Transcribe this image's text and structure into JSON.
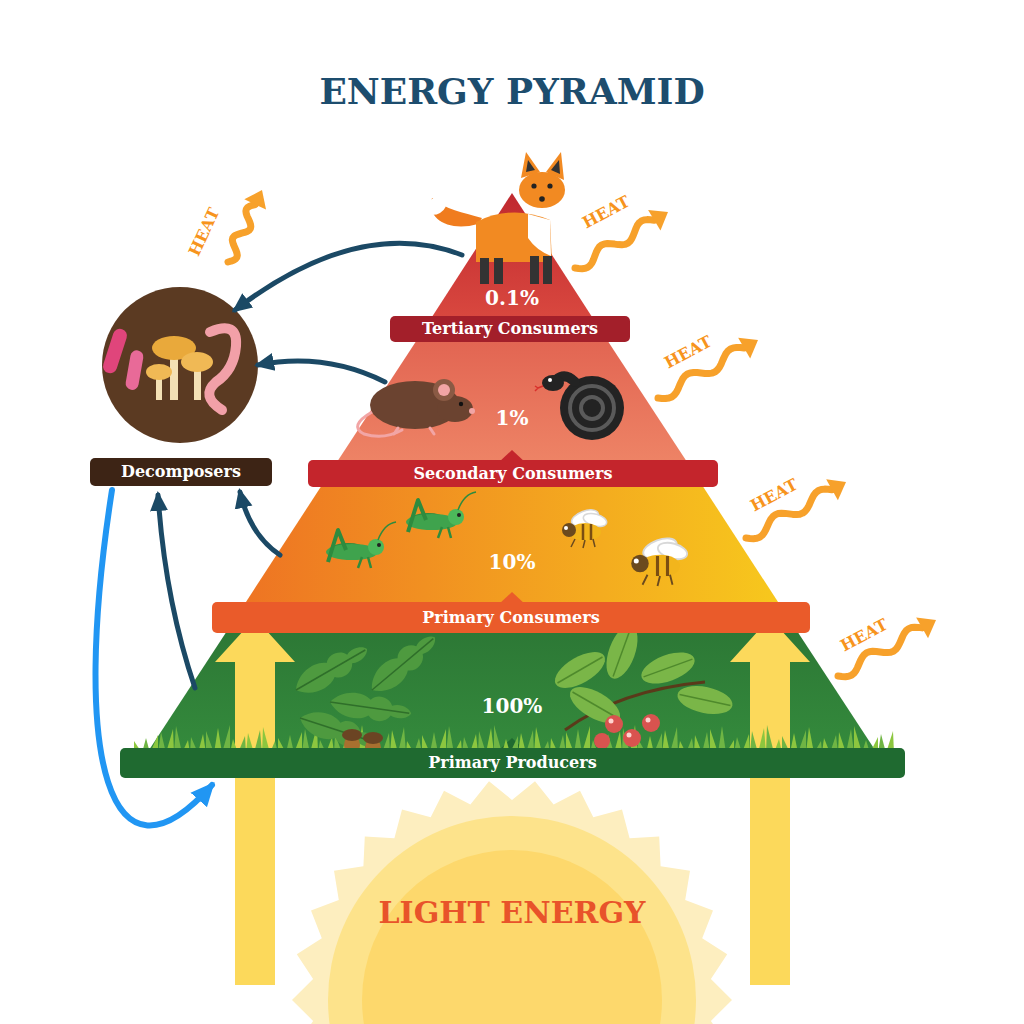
{
  "diagram": {
    "title": "ENERGY PYRAMID",
    "nodes": [
      {
        "text": [
          "Decomposers"
        ]
      },
      {
        "text": [
          "0.1%",
          "Tertiary Consumers"
        ]
      },
      {
        "text": [
          "1%",
          "Secondary Consumers"
        ]
      },
      {
        "text": [
          "10%",
          "Primary Consumers"
        ]
      },
      {
        "text": [
          "100%",
          "Primary Producers"
        ]
      },
      {
        "text": [
          "LIGHT ENERGY"
        ]
      }
    ],
    "edges": [
      {
        "from": 1,
        "to": 0,
        "arrow": "to"
      },
      {
        "from": 2,
        "to": 0,
        "arrow": "to"
      },
      {
        "from": 3,
        "to": 0,
        "arrow": "to"
      },
      {
        "from": 4,
        "to": 0,
        "arrow": "to"
      },
      {
        "from": 0,
        "to": 4,
        "arrow": "to"
      },
      {
        "from": 5,
        "to": 4,
        "arrow": "to"
      },
      {
        "from": 5,
        "to": 4,
        "arrow": "to"
      }
    ],
    "labels": [
      "HEAT",
      "HEAT",
      "HEAT",
      "HEAT",
      "HEAT"
    ]
  }
}
